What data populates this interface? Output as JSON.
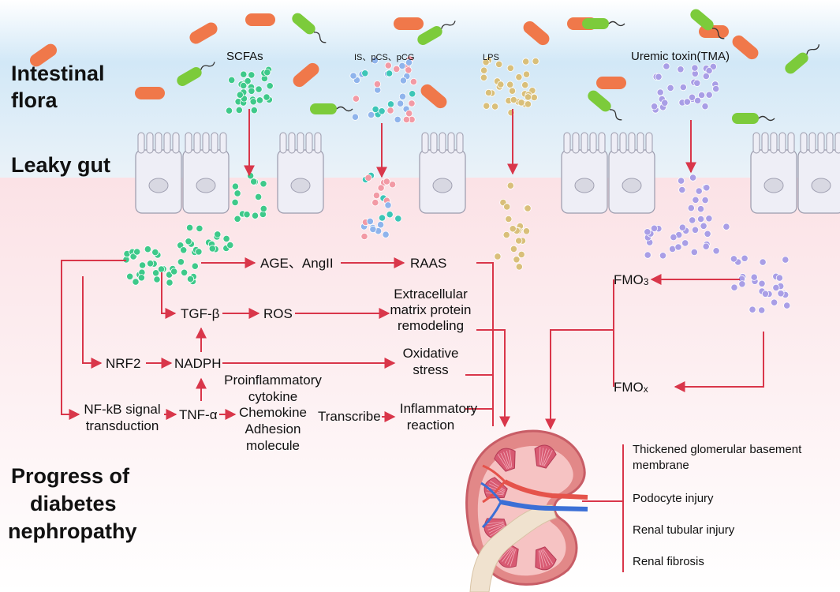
{
  "regions": {
    "intestinal_flora": [
      "Intestinal",
      "flora"
    ],
    "leaky_gut": "Leaky gut",
    "progress": [
      "Progress of",
      "diabetes",
      "nephropathy"
    ]
  },
  "microbe_products": {
    "scfas": "SCFAs",
    "is_pcs_pcg": "IS、pCS、pCG",
    "lps": "LPS",
    "uremic_toxin": "Uremic toxin(TMA)"
  },
  "nodes": {
    "age_angii": "AGE、AngII",
    "raas": "RAAS",
    "tgf_beta": "TGF-β",
    "ros": "ROS",
    "ecm": [
      "Extracellular",
      "matrix protein",
      "remodeling"
    ],
    "nrf2": "NRF2",
    "nadph": "NADPH",
    "oxidative_stress": [
      "Oxidative",
      "stress"
    ],
    "nfkb": [
      "NF-kB signal",
      "transduction"
    ],
    "tnf_alpha": "TNF-α",
    "proinflammatory": [
      "Proinflammatory",
      "cytokine",
      "Chemokine",
      "Adhesion",
      "molecule"
    ],
    "transcribe": "Transcribe",
    "inflammatory_reaction": [
      "Inflammatory",
      "reaction"
    ],
    "fmo3": {
      "main": "FMO",
      "sub": "3"
    },
    "fmox": {
      "main": "FMO",
      "sub": "x"
    }
  },
  "outcomes": [
    [
      "Thickened glomerular basement",
      "membrane"
    ],
    [
      "Podocyte injury"
    ],
    [
      "Renal tubular injury"
    ],
    [
      "Renal fibrosis"
    ]
  ],
  "colors": {
    "arrow": "#d9364a",
    "scfa_dots": "#3ec98a",
    "lps_dots": "#d9bf7a",
    "tma_dots": "#a99ee6",
    "is_dots_pink": "#f29aa5",
    "is_dots_teal": "#3cc6b7",
    "is_dots_blue": "#8fb4ec",
    "bacteria_orange": "#f0784a",
    "bacteria_green": "#7ccb3b",
    "sky_top": "#cfe6f6",
    "pink_bg": "#fbe6e9"
  }
}
